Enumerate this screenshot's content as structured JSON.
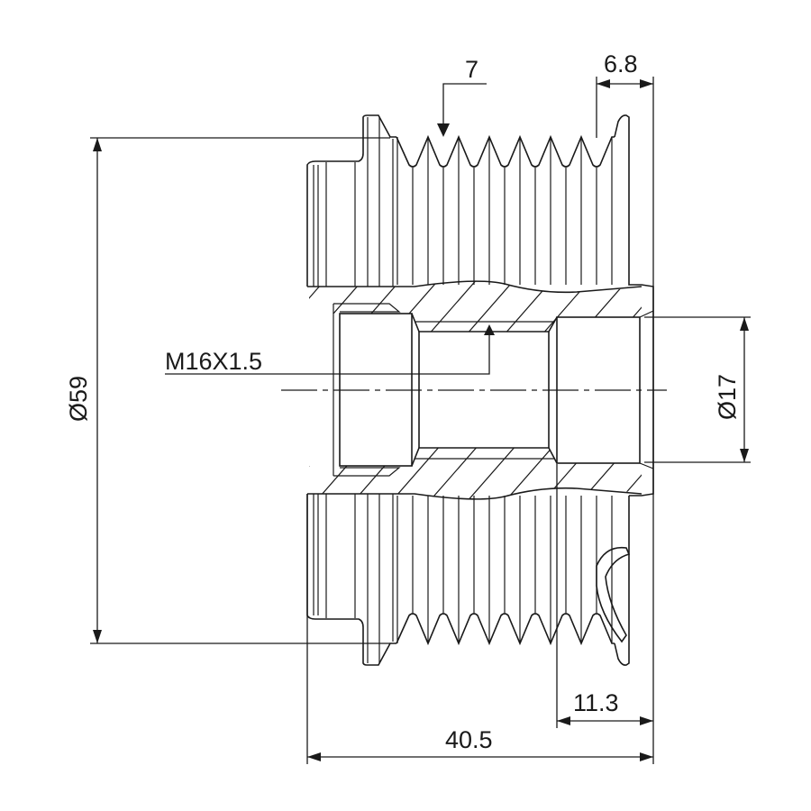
{
  "drawing": {
    "title": "Alternator freewheel pulley dimensional drawing",
    "dimensions": {
      "groove_count": "7",
      "flange_width": "6.8",
      "outer_diameter": "Ø59",
      "thread": "M16X1.5",
      "bore_diameter": "Ø17",
      "bore_depth": "11.3",
      "overall_length": "40.5"
    },
    "line_color": "#1a1a1a",
    "background_color": "#ffffff"
  }
}
